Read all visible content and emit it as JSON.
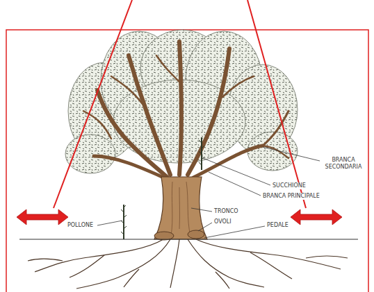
{
  "diagram": {
    "labels": [
      "BRANCA SECONDARIA",
      "SUCCHIONE",
      "BRANCA PRINCIPALE",
      "TRONCO",
      "POLLONE",
      "OVOLI",
      "PEDALE"
    ]
  }
}
